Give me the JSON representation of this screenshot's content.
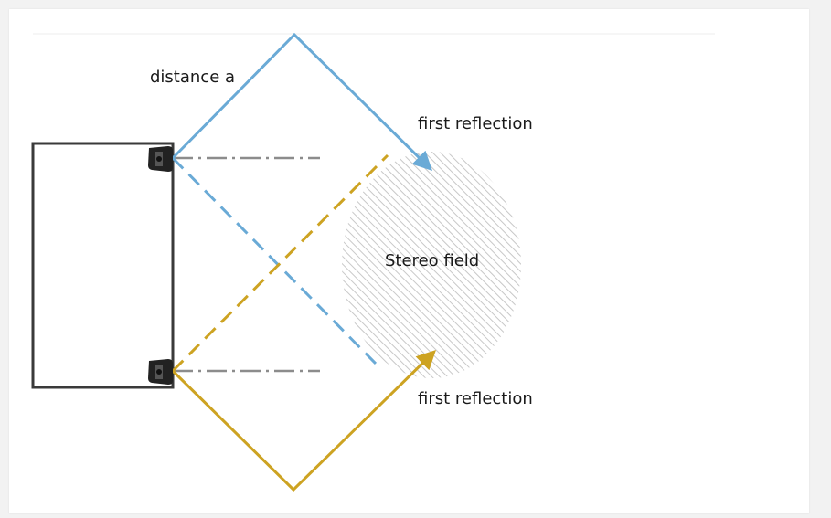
{
  "diagram": {
    "labels": {
      "distance": "distance a",
      "first_reflection_top": "first reflection",
      "first_reflection_bottom": "first reflection",
      "stereo_field": "Stereo field"
    },
    "colors": {
      "blue": "#6aaad6",
      "gold": "#cda322",
      "axis_gray": "#8c8c8c",
      "room_wall": "#3a3a3a",
      "hatch": "#c8c8c8",
      "speaker": "#222222"
    },
    "icons": {
      "speaker": "speaker-icon"
    }
  }
}
